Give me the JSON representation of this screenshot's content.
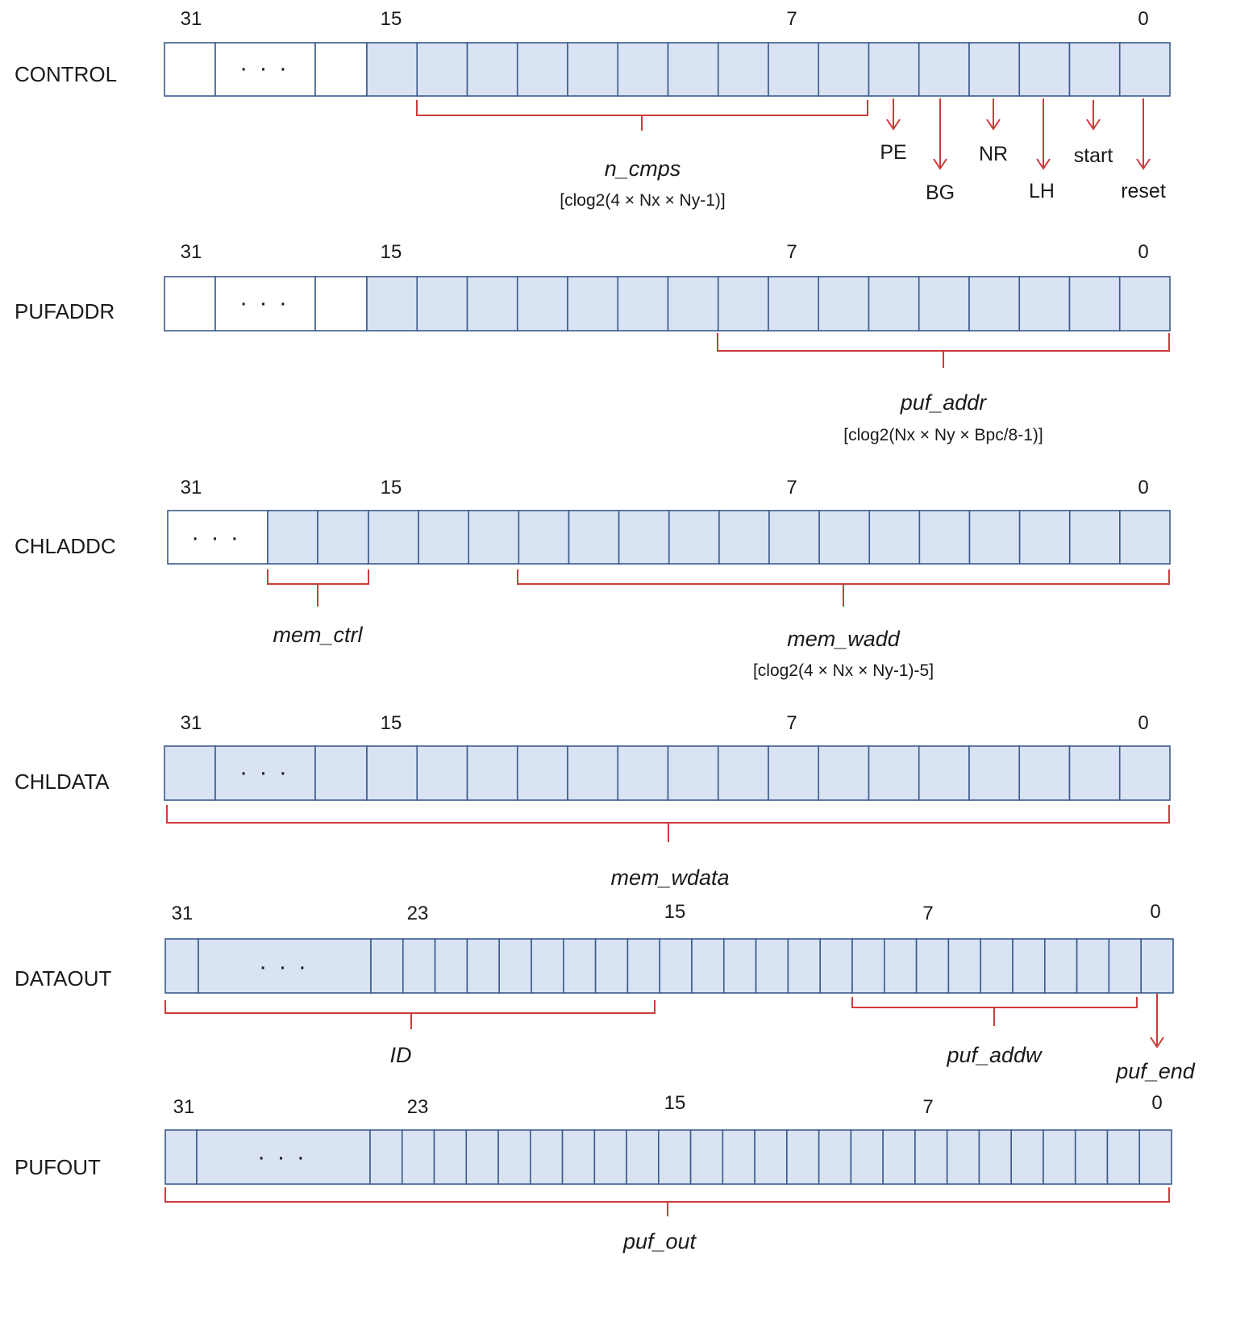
{
  "colors": {
    "cell_fill": "#dae3f3",
    "cell_empty": "#ffffff",
    "cell_stroke": "#3b5b8c",
    "accent_red": "#cc3b3b"
  },
  "ellipsis": "· · ·",
  "registers": [
    {
      "name": "CONTROL",
      "ticks": [
        "31",
        "15",
        "7",
        "0"
      ],
      "fields": [
        {
          "name": "n_cmps",
          "formula": "[clog2(4 × Nx × Ny-1)]"
        }
      ],
      "bit_labels": [
        "PE",
        "BG",
        "NR",
        "LH",
        "start",
        "reset"
      ]
    },
    {
      "name": "PUFADDR",
      "ticks": [
        "31",
        "15",
        "7",
        "0"
      ],
      "fields": [
        {
          "name": "puf_addr",
          "formula": "[clog2(Nx × Ny × Bpc/8-1)]"
        }
      ]
    },
    {
      "name": "CHLADDC",
      "ticks": [
        "31",
        "15",
        "7",
        "0"
      ],
      "fields": [
        {
          "name": "mem_ctrl",
          "formula": ""
        },
        {
          "name": "mem_wadd",
          "formula": "[clog2(4 × Nx × Ny-1)-5]"
        }
      ]
    },
    {
      "name": "CHLDATA",
      "ticks": [
        "31",
        "15",
        "7",
        "0"
      ],
      "fields": [
        {
          "name": "mem_wdata",
          "formula": ""
        }
      ]
    },
    {
      "name": "DATAOUT",
      "ticks": [
        "31",
        "23",
        "15",
        "7",
        "0"
      ],
      "fields": [
        {
          "name": "ID",
          "formula": ""
        },
        {
          "name": "puf_addw",
          "formula": ""
        }
      ],
      "bit_labels": [
        "puf_end"
      ]
    },
    {
      "name": "PUFOUT",
      "ticks": [
        "31",
        "23",
        "15",
        "7",
        "0"
      ],
      "fields": [
        {
          "name": "puf_out",
          "formula": ""
        }
      ]
    }
  ]
}
